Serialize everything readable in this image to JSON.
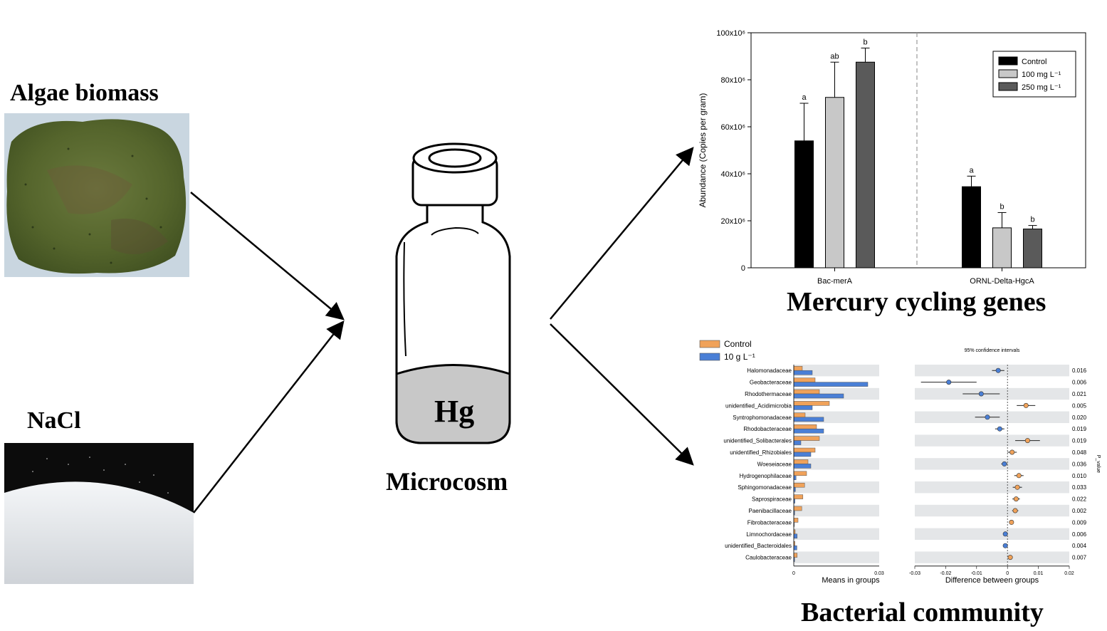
{
  "left": {
    "algae_title": "Algae biomass",
    "nacl_title": "NaCl"
  },
  "center": {
    "microcosm_label": "Microcosm",
    "hg_label": "Hg"
  },
  "mercury": {
    "title": "Mercury cycling genes"
  },
  "bacterial": {
    "title": "Bacterial community"
  },
  "chart_data": [
    {
      "type": "bar",
      "ylabel": "Abundance (Copies per gram)",
      "ylim": [
        0,
        100
      ],
      "yticks": [
        "0",
        "20x10⁶",
        "40x10⁶",
        "60x10⁶",
        "80x10⁶",
        "100x10⁶"
      ],
      "ytick_values": [
        0,
        20,
        40,
        60,
        80,
        100
      ],
      "categories": [
        "Bac-merA",
        "ORNL-Delta-HgcA"
      ],
      "legend_placement": "top-right",
      "series": [
        {
          "name": "Control",
          "color": "#000000",
          "values": [
            54,
            34.5
          ],
          "errors": [
            16,
            4.5
          ],
          "letters": [
            "a",
            "a"
          ]
        },
        {
          "name": "100 mg L⁻¹",
          "color": "#c8c8c8",
          "values": [
            72.5,
            17
          ],
          "errors": [
            15,
            6.5
          ],
          "letters": [
            "ab",
            "b"
          ]
        },
        {
          "name": "250 mg L⁻¹",
          "color": "#5a5a5a",
          "values": [
            87.5,
            16.5
          ],
          "errors": [
            6,
            1.5
          ],
          "letters": [
            "b",
            "b"
          ]
        }
      ]
    },
    {
      "type": "bar",
      "title": "",
      "xlabel": "Means in groups",
      "xlim": [
        0,
        0.03
      ],
      "xticks": [
        "0",
        "0.03"
      ],
      "legend_placement": "top-left",
      "series": [
        {
          "name": "Control",
          "color": "#f0a25a"
        },
        {
          "name": "10 g L⁻¹",
          "color": "#4a7fd6"
        }
      ],
      "categories": [
        "Halomonadaceae",
        "Geobacteraceae",
        "Rhodothermaceae",
        "unidentified_Acidimicrobia",
        "Syntrophomonadaceae",
        "Rhodobacteraceae",
        "unidentified_Solibacterales",
        "unidentified_Rhizobiales",
        "Woeseiaceae",
        "Hydrogenophilaceae",
        "Sphingomonadaceae",
        "Saprospiraceae",
        "Paenibacillaceae",
        "Fibrobacteraceae",
        "Limnochordaceae",
        "unidentified_Bacteroidales",
        "Caulobacteraceae"
      ],
      "control": [
        0.003,
        0.0075,
        0.009,
        0.0125,
        0.004,
        0.008,
        0.009,
        0.0075,
        0.005,
        0.0045,
        0.0038,
        0.0032,
        0.0028,
        0.0015,
        0.0005,
        0.0004,
        0.0012
      ],
      "treatment": [
        0.0065,
        0.026,
        0.0175,
        0.0065,
        0.0105,
        0.0105,
        0.0025,
        0.006,
        0.006,
        0.0008,
        0.0006,
        0.0004,
        0.0003,
        0.0002,
        0.0012,
        0.0011,
        0.0003
      ]
    },
    {
      "type": "scatter",
      "title": "95% confidence intervals",
      "xlabel": "Difference between groups",
      "ylabel": "P_value",
      "xlim": [
        -0.03,
        0.02
      ],
      "xticks": [
        "-0.03",
        "-0.02",
        "-0.01",
        "0",
        "0.01",
        "0.02"
      ],
      "xtick_values": [
        -0.03,
        -0.02,
        -0.01,
        0,
        0.01,
        0.02
      ],
      "diff": [
        -0.003,
        -0.019,
        -0.0085,
        0.006,
        -0.0065,
        -0.0025,
        0.0065,
        0.0015,
        -0.001,
        0.0037,
        0.0032,
        0.0028,
        0.0025,
        0.0013,
        -0.0007,
        -0.0007,
        0.0009
      ],
      "ci": [
        0.002,
        0.009,
        0.006,
        0.003,
        0.004,
        0.0015,
        0.004,
        0.0015,
        0.001,
        0.0015,
        0.0015,
        0.0012,
        0.001,
        0.0006,
        0.0004,
        0.0004,
        0.0006
      ],
      "p_values": [
        "0.016",
        "0.006",
        "0.021",
        "0.005",
        "0.020",
        "0.019",
        "0.019",
        "0.048",
        "0.036",
        "0.010",
        "0.033",
        "0.022",
        "0.002",
        "0.009",
        "0.006",
        "0.004",
        "0.007"
      ]
    }
  ]
}
